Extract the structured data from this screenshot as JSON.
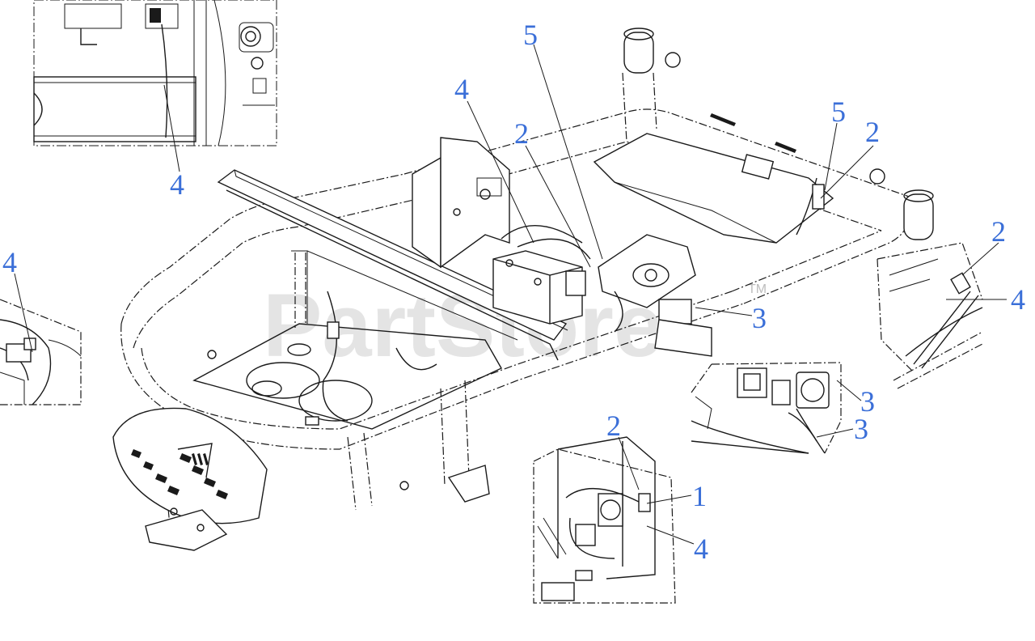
{
  "watermark": {
    "text": "PartStore",
    "trademark": "TM"
  },
  "callouts": [
    {
      "id": "c1",
      "text": "4"
    },
    {
      "id": "c2",
      "text": "4"
    },
    {
      "id": "c3",
      "text": "5"
    },
    {
      "id": "c4",
      "text": "4"
    },
    {
      "id": "c5",
      "text": "2"
    },
    {
      "id": "c6",
      "text": "5"
    },
    {
      "id": "c7",
      "text": "2"
    },
    {
      "id": "c8",
      "text": "2"
    },
    {
      "id": "c9",
      "text": "4"
    },
    {
      "id": "c10",
      "text": "3"
    },
    {
      "id": "c11",
      "text": "3"
    },
    {
      "id": "c12",
      "text": "3"
    },
    {
      "id": "c13",
      "text": "2"
    },
    {
      "id": "c14",
      "text": "1"
    },
    {
      "id": "c15",
      "text": "4"
    }
  ],
  "colors": {
    "callout": "#3b6fd8",
    "line": "#1a1a1a",
    "watermark": "#cfcfcf"
  }
}
